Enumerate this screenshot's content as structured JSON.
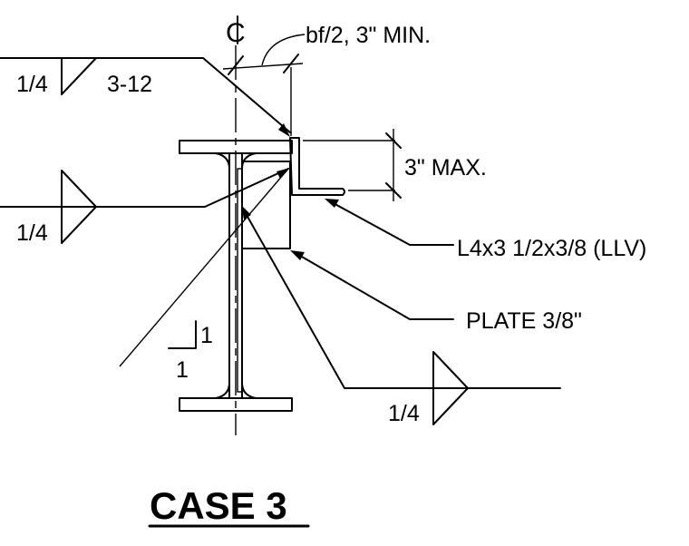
{
  "drawing": {
    "centerline_symbol": "C",
    "centerline_note": "bf/2, 3\" MIN.",
    "weld_top_size": "1/4",
    "weld_top_pitch": "3-12",
    "weld_left_size": "1/4",
    "weld_bottom_size": "1/4",
    "dim_max": "3\" MAX.",
    "angle_label": "L4x3 1/2x3/8 (LLV)",
    "plate_label": "PLATE 3/8\"",
    "slope_vertical": "1",
    "slope_horizontal": "1",
    "title": "CASE 3"
  }
}
